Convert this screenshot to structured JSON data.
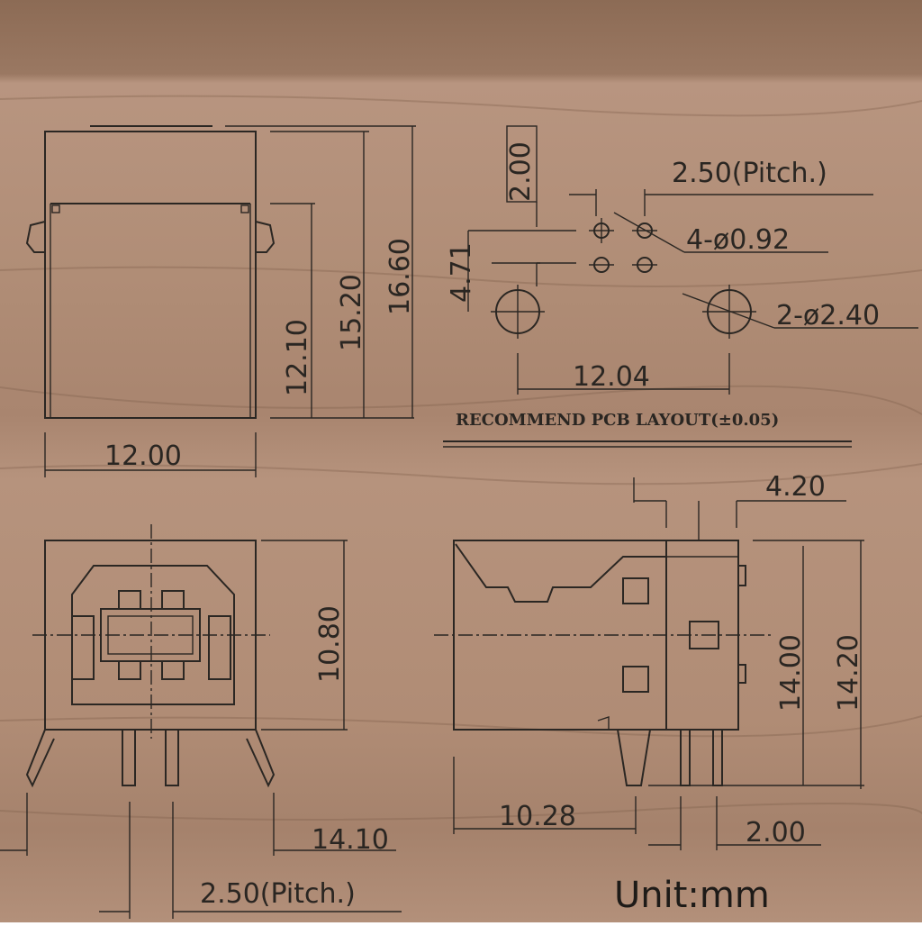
{
  "colors": {
    "wood_light": "#b39077",
    "wood_dark": "#8a6a55",
    "ink": "#2b2723"
  },
  "top_view": {
    "width": "12.00",
    "height_inner": "12.10",
    "height_mid": "15.20",
    "height_total": "16.60"
  },
  "pcb_layout": {
    "pitch": "2.50(Pitch.)",
    "row_offset": "2.00",
    "pin_holes": "4-ø0.92",
    "depth": "4.71",
    "mount_holes": "2-ø2.40",
    "mount_spacing": "12.04",
    "title": "RECOMMEND PCB LAYOUT(±0.05)"
  },
  "front_view": {
    "height": "10.80",
    "lead_span": "14.10",
    "pitch": "2.50(Pitch.)"
  },
  "side_view": {
    "tab_width": "4.20",
    "height_inner": "14.00",
    "height_total": "14.20",
    "body_length": "10.28",
    "lead_offset": "2.00"
  },
  "unit": "Unit:mm"
}
